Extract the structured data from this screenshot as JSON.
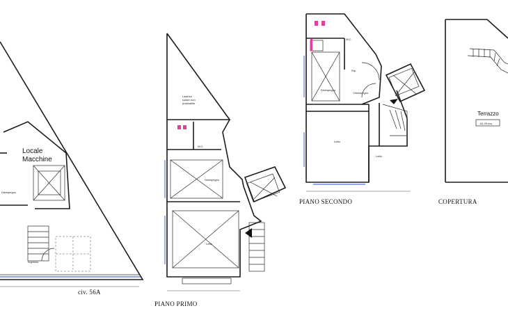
{
  "titles": {
    "civ": "civ. 56A",
    "piano_primo": "PIANO PRIMO",
    "piano_secondo": "PIANO SECONDO",
    "copertura": "COPERTURA"
  },
  "rooms": {
    "locale_macchine": [
      "Locale",
      "Macchine"
    ],
    "lastrico": [
      "Lastrico",
      "solare non",
      "praticabile"
    ],
    "wc_primo": "W.C.",
    "disimpegno_primo": "Disimpegno",
    "letto_primo": "Letto",
    "wc_secondo": "W.C.",
    "rip": "Rip.",
    "disimpegno_secondo_a": "Disimpegno",
    "disimpegno_secondo_b": "Disimpegno",
    "letto_secondo_a": "Letto",
    "letto_secondo_b": "Letto",
    "disimpegno_piano_terra": "Disimpegno",
    "ingresso": "Ingresso",
    "terrazzo": "Terrazzo",
    "terrazzo_area": "61.45 mq"
  },
  "icons": {
    "stair": "stair-icon",
    "elevator": "elevator-shaft-icon",
    "fixture": "sanitary-fixture-icon"
  },
  "colors": {
    "wall": "#1b1b1b",
    "window": "#2a4bd0",
    "fixture": "#e040a0"
  }
}
